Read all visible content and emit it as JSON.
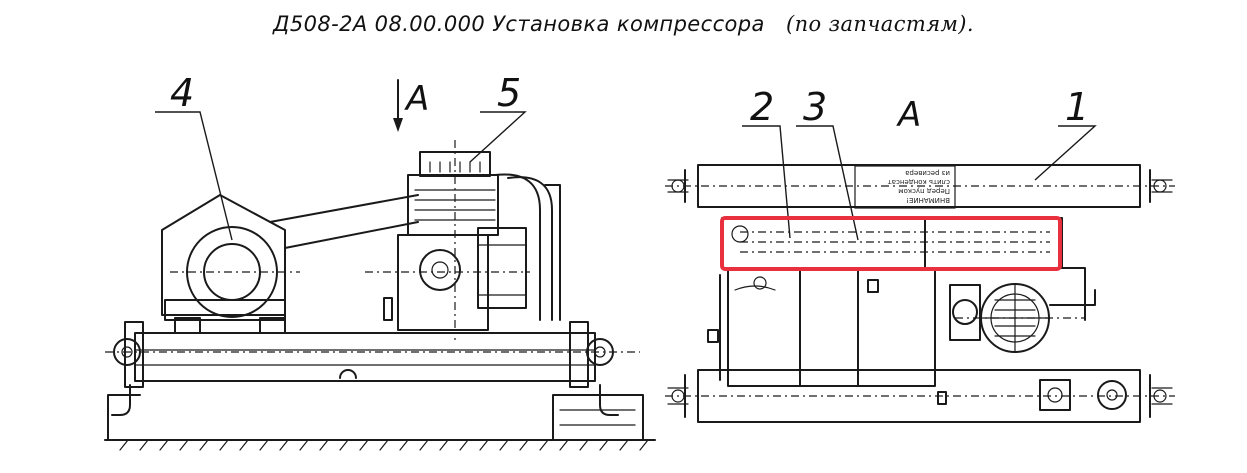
{
  "drawing": {
    "title_main": "Д508-2А 08.00.000 Установка компрессора",
    "title_sub": "(по запчастям).",
    "callouts": {
      "part_1": "1",
      "part_2": "2",
      "part_3": "3",
      "part_4": "4",
      "part_5": "5"
    },
    "view_arrow_label": "А",
    "view_label": "А",
    "warning_plate": [
      "ВНИМАНИЕ!",
      "Перед пуском",
      "слить конденсат",
      "из ресивера"
    ]
  },
  "highlight": {
    "color": "#e8303f"
  }
}
